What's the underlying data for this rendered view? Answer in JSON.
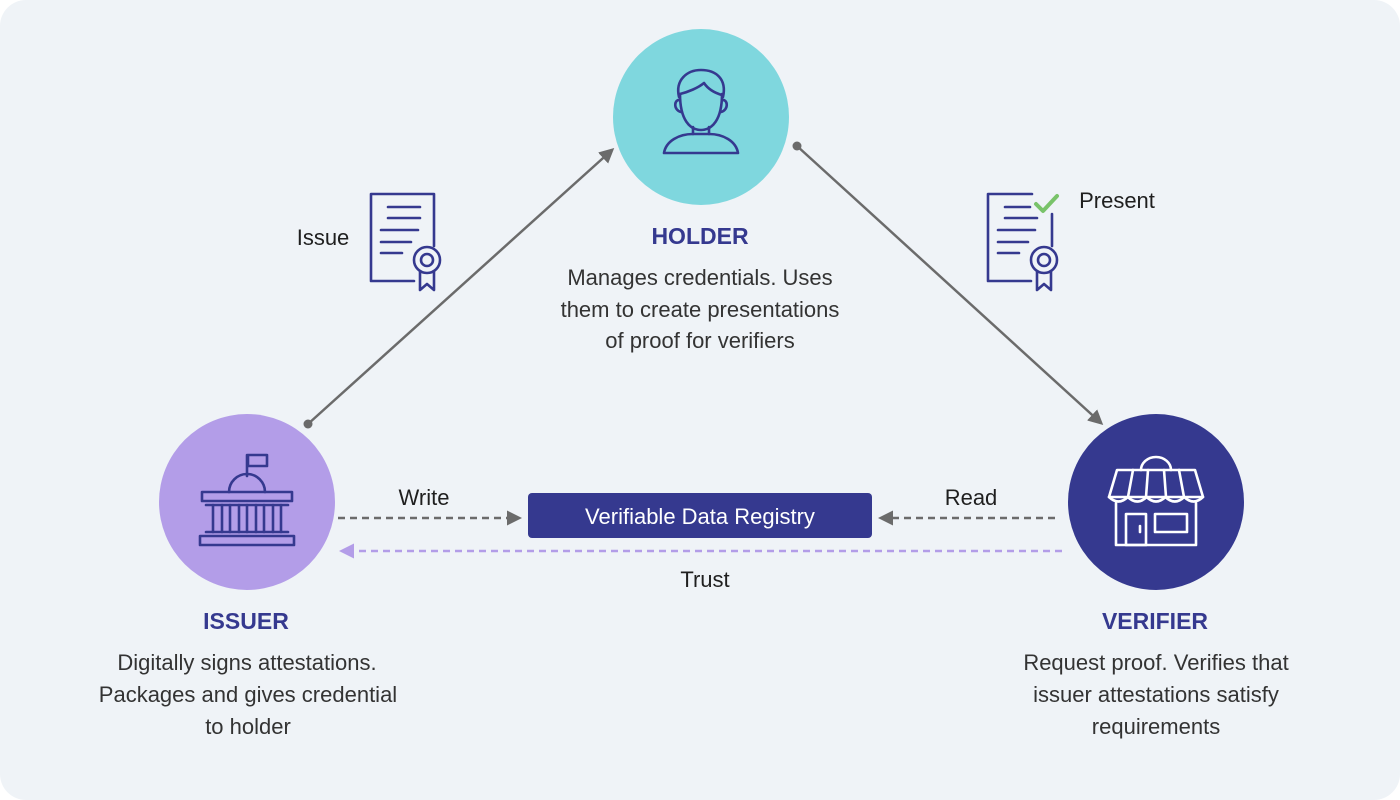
{
  "colors": {
    "background": "#eff3f7",
    "holder": "#7fd7de",
    "issuer": "#b39de8",
    "verifier": "#35398f",
    "role_title": "#35398f",
    "registry": "#35398f",
    "flow_arrow": "#6b6b6b",
    "trust_arrow": "#b39de8",
    "icon_stroke": "#35398f",
    "icon_stroke_light": "#ffffff",
    "check": "#79c36a"
  },
  "holder": {
    "title": "HOLDER",
    "icon": "person-icon",
    "description": [
      "Manages credentials. Uses",
      "them to create presentations",
      "of proof for verifiers"
    ]
  },
  "issuer": {
    "title": "ISSUER",
    "icon": "government-building-icon",
    "description": [
      "Digitally signs attestations.",
      "Packages and gives credential",
      "to holder"
    ]
  },
  "verifier": {
    "title": "VERIFIER",
    "icon": "storefront-icon",
    "description": [
      "Request proof. Verifies that",
      "issuer attestations satisfy",
      "requirements"
    ]
  },
  "flows": {
    "issue": {
      "label": "Issue",
      "icon": "certificate-icon"
    },
    "present": {
      "label": "Present",
      "icon": "certificate-check-icon"
    },
    "write": "Write",
    "read": "Read",
    "trust": "Trust"
  },
  "registry": {
    "label": "Verifiable Data Registry"
  }
}
